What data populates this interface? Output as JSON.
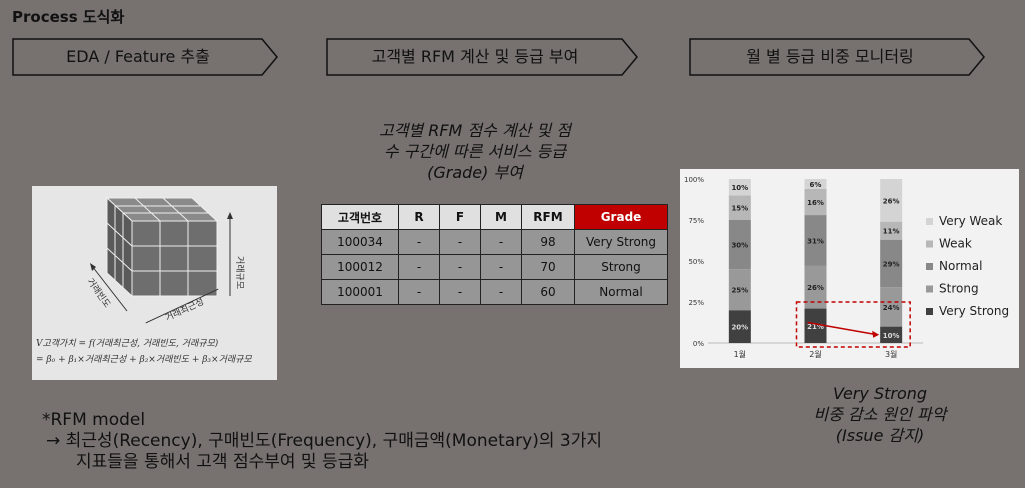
{
  "title": "Process 도식화",
  "steps": [
    {
      "label": "EDA / Feature 추출"
    },
    {
      "label": "고객별 RFM 계산 및 등급 부여"
    },
    {
      "label": "월 별 등급 비중 모니터링"
    }
  ],
  "cube": {
    "axis_labels": [
      "거래규모",
      "거래최근성",
      "거래빈도"
    ],
    "equation_1": "V고객가치 = f(거래최근성, 거래빈도, 거래규모)",
    "equation_2": "= β₀ + β₁×거래최근성 + β₂×거래빈도 + β₃×거래규모"
  },
  "caption_middle": [
    "고객별 RFM 점수 계산 및 점",
    "수 구간에 따른 서비스 등급",
    "(Grade) 부여"
  ],
  "table": {
    "headers": [
      "고객번호",
      "R",
      "F",
      "M",
      "RFM",
      "Grade"
    ],
    "rows": [
      [
        "100034",
        "-",
        "-",
        "-",
        "98",
        "Very Strong"
      ],
      [
        "100012",
        "-",
        "-",
        "-",
        "70",
        "Strong"
      ],
      [
        "100001",
        "-",
        "-",
        "-",
        "60",
        "Normal"
      ]
    ]
  },
  "chart_data": {
    "type": "bar",
    "stacked": true,
    "categories": [
      "1월",
      "2월",
      "3월"
    ],
    "y_ticks": [
      "0%",
      "25%",
      "50%",
      "75%",
      "100%"
    ],
    "ylim": [
      0,
      100
    ],
    "legend_position": "right",
    "series": [
      {
        "name": "Very Strong",
        "color": "#404040",
        "values": [
          20,
          21,
          10
        ]
      },
      {
        "name": "Strong",
        "color": "#999999",
        "values": [
          25,
          26,
          24
        ]
      },
      {
        "name": "Normal",
        "color": "#888888",
        "values": [
          30,
          31,
          29
        ]
      },
      {
        "name": "Weak",
        "color": "#b7b7b7",
        "values": [
          15,
          16,
          11
        ]
      },
      {
        "name": "Very Weak",
        "color": "#d4d4d4",
        "values": [
          10,
          6,
          26
        ]
      }
    ],
    "value_labels": [
      [
        "20%",
        "21%",
        "10%"
      ],
      [
        "25%",
        "26%",
        "24%"
      ],
      [
        "30%",
        "31%",
        "29%"
      ],
      [
        "15%",
        "16%",
        "11%"
      ],
      [
        "10%",
        "6%",
        "26%"
      ]
    ]
  },
  "caption_right": [
    "Very Strong",
    "비중 감소 원인 파악",
    "(Issue 감지)"
  ],
  "note": [
    "*RFM model",
    "→ 최근성(Recency), 구매빈도(Frequency), 구매금액(Monetary)의 3가지",
    "지표들을 통해서 고객 점수부여 및 등급화"
  ]
}
